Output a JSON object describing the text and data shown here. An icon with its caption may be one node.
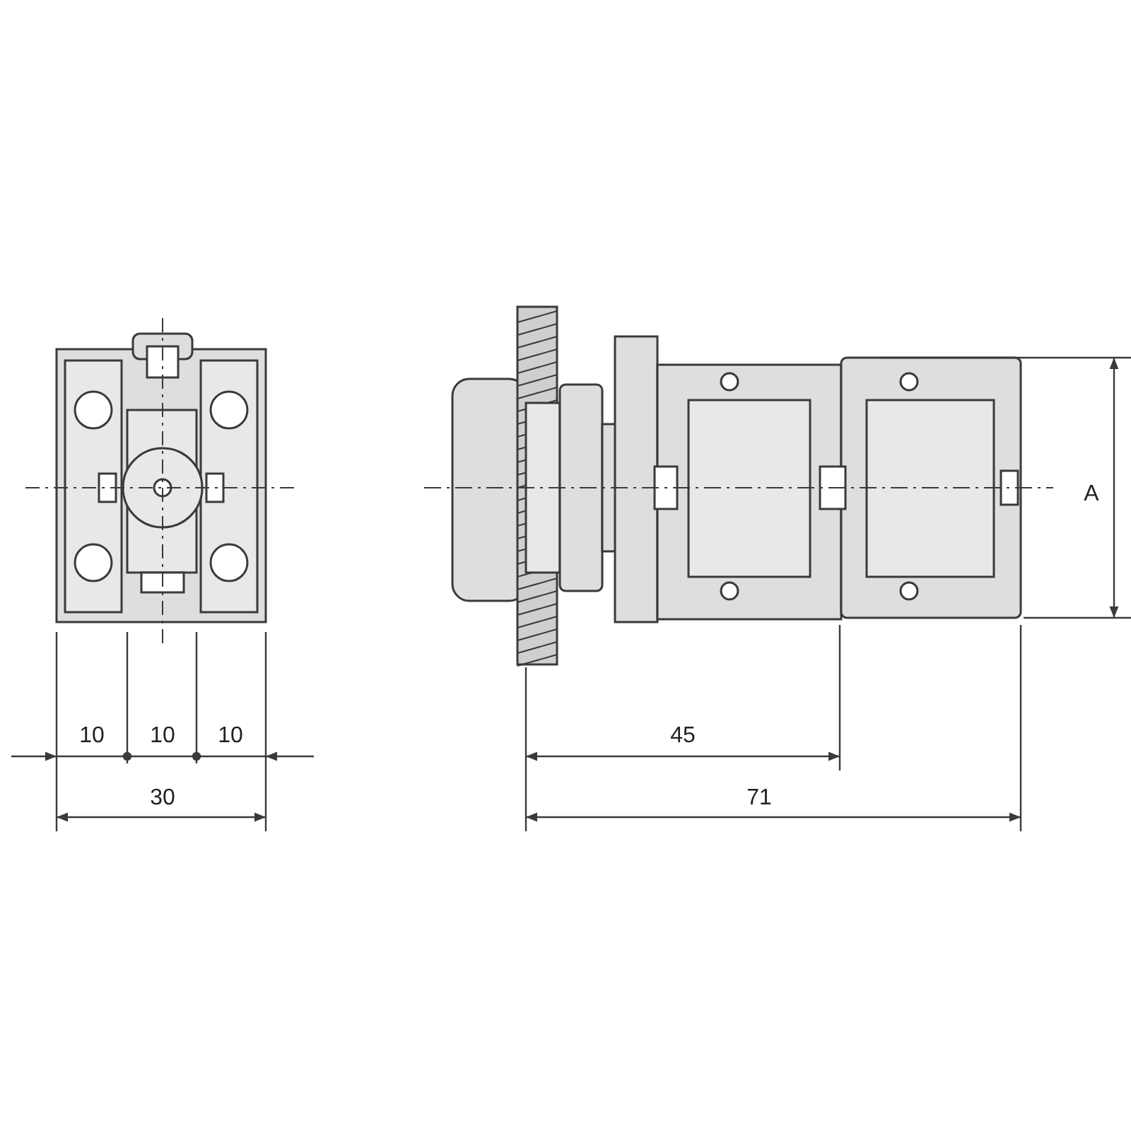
{
  "diagram": {
    "labels": [
      "A",
      "10",
      "10",
      "10",
      "45",
      "30",
      "71"
    ]
  }
}
